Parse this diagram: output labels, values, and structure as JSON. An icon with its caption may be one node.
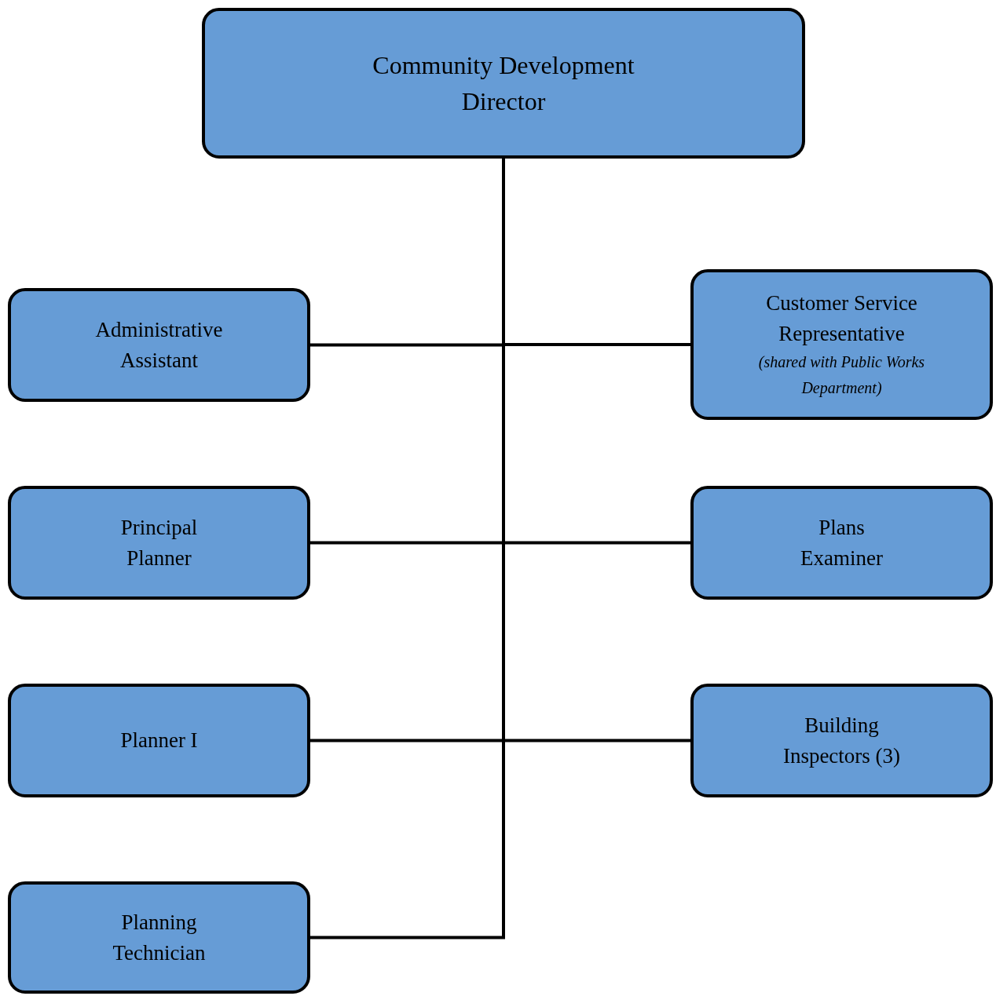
{
  "diagram": {
    "nodes": [
      {
        "text": [
          "Community Development Director"
        ]
      },
      {
        "text": [
          "Administrative Assistant"
        ]
      },
      {
        "text": [
          "Customer Service Representative",
          "(shared with Public Works Department)"
        ]
      },
      {
        "text": [
          "Principal Planner"
        ]
      },
      {
        "text": [
          "Plans Examiner"
        ]
      },
      {
        "text": [
          "Planner I"
        ]
      },
      {
        "text": [
          "Building Inspectors (3)"
        ]
      },
      {
        "text": [
          "Planning Technician"
        ]
      }
    ],
    "edges": [
      {
        "from": 0,
        "to": 1,
        "arrow": "none"
      },
      {
        "from": 0,
        "to": 2,
        "arrow": "none"
      },
      {
        "from": 0,
        "to": 3,
        "arrow": "none"
      },
      {
        "from": 0,
        "to": 4,
        "arrow": "none"
      },
      {
        "from": 0,
        "to": 5,
        "arrow": "none"
      },
      {
        "from": 0,
        "to": 6,
        "arrow": "none"
      },
      {
        "from": 0,
        "to": 7,
        "arrow": "none"
      }
    ]
  }
}
